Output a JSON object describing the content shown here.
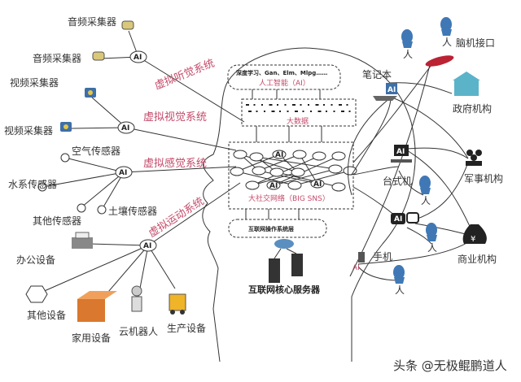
{
  "left": {
    "hearing": {
      "system": "虚拟听觉系统",
      "hub": "AI",
      "devices": [
        "音频采集器",
        "音频采集器"
      ]
    },
    "vision": {
      "system": "虚拟视觉系统",
      "hub": "AI",
      "devices": [
        "视频采集器",
        "视频采集器"
      ]
    },
    "sensing": {
      "system": "虚拟感觉系统",
      "hub": "AI",
      "devices": [
        "空气传感器",
        "水系传感器",
        "其他传感器",
        "土壤传感器"
      ]
    },
    "motion": {
      "system": "虚拟运动系统",
      "hub": "AI",
      "devices": [
        "办公设备",
        "其他设备",
        "家用设备",
        "云机器人",
        "生产设备"
      ]
    }
  },
  "brain": {
    "ai_methods": "深度学习、Gan、Elm、Mlpg……",
    "ai_layer": "人工智能（AI）",
    "big_data": "大数据",
    "sns": "大社交网络（BIG SNS）",
    "node_ai": "AI",
    "os_layer": "互联网操作系统层",
    "core_server": "互联网核心服务器"
  },
  "right": {
    "person": "人",
    "bci": "脑机接口",
    "laptop": "笔记本",
    "government": "政府机构",
    "desktop": "台式机",
    "military": "军事机构",
    "commerce": "商业机构",
    "phone": "手机",
    "device_ai": "AI",
    "commerce_symbol": "¥"
  },
  "watermark": "头条 @无极鲲鹏道人"
}
